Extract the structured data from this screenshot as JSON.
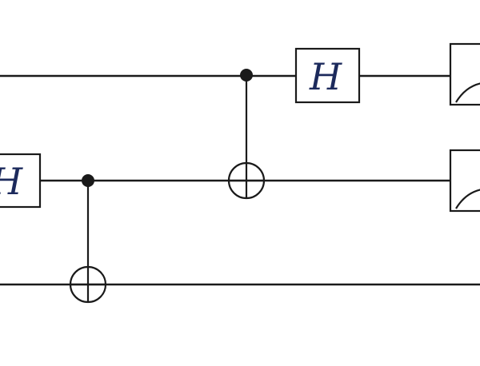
{
  "circuit": {
    "qubits": 3,
    "gates": [
      {
        "type": "H",
        "label": "H",
        "qubit": 1
      },
      {
        "type": "CNOT",
        "control": 1,
        "target": 2
      },
      {
        "type": "CNOT",
        "control": 0,
        "target": 1
      },
      {
        "type": "H",
        "label": "H",
        "qubit": 0
      },
      {
        "type": "measure",
        "qubit": 0
      },
      {
        "type": "measure",
        "qubit": 1
      }
    ]
  },
  "colors": {
    "wire": "#1a1a1a",
    "gate_border": "#1a1a1a",
    "gate_fill": "#ffffff",
    "label": "#1c2a5c",
    "background": "#ffffff"
  }
}
